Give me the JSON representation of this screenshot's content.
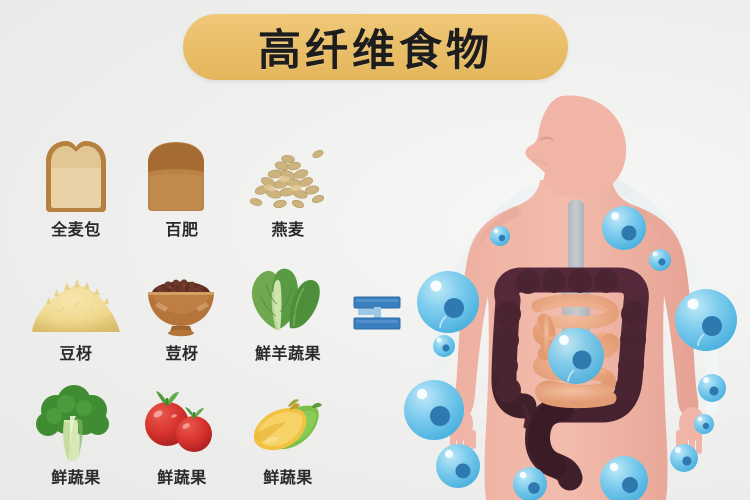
{
  "header": {
    "title": "高纤维食物",
    "pill_color": "#eabf69",
    "title_color": "#1d1d1d"
  },
  "background_color": "#f1f1ef",
  "food_grid": {
    "columns": 3,
    "rows": 3,
    "items": [
      {
        "label": "全麦包",
        "icon": "bread-slice-icon",
        "colors": {
          "crust": "#b07a3a",
          "crumb": "#e8cfa0"
        }
      },
      {
        "label": "百肥",
        "icon": "dark-bread-icon",
        "colors": {
          "crust": "#8c5a28",
          "crumb": "#c08646"
        }
      },
      {
        "label": "燕麦",
        "icon": "oat-flakes-icon",
        "colors": {
          "flake": "#cdb37e",
          "flake_dark": "#b69a63"
        }
      },
      {
        "label": "豆枒",
        "icon": "millet-pile-icon",
        "colors": {
          "grain": "#f0d98f",
          "grain_dark": "#d9bd6b"
        }
      },
      {
        "label": "荳枒",
        "icon": "bean-bowl-icon",
        "colors": {
          "bowl": "#b5743a",
          "bowl_dark": "#8e5526",
          "beans": "#5c2e22"
        }
      },
      {
        "label": "鮮羊蔬果",
        "icon": "bok-choy-icon",
        "colors": {
          "leaf": "#5a9a44",
          "stem": "#c9e0a8"
        }
      },
      {
        "label": "鲜蔬果",
        "icon": "broccoli-icon",
        "colors": {
          "crown": "#3f8c33",
          "stalk": "#d7e8b4"
        }
      },
      {
        "label": "鲜蔬果",
        "icon": "tomato-pair-icon",
        "colors": {
          "fruit": "#d8342f",
          "stem": "#4f9a3c"
        }
      },
      {
        "label": "鲜蔬果",
        "icon": "banana-squash-icon",
        "colors": {
          "banana": "#f2c343",
          "squash": "#7cc04a"
        }
      }
    ]
  },
  "connector": {
    "icon": "equals-link-icon",
    "color": "#3a7fbe",
    "color_dark": "#2f6ca4",
    "color_light": "#9dc8e6"
  },
  "body_diagram": {
    "figure_name": "human-torso-figure",
    "skin_color": "#f0b5a6",
    "skin_shadow": "#e5a294",
    "colon": {
      "name": "large-intestine",
      "color": "#4a2430"
    },
    "small_intestine": {
      "name": "small-intestine",
      "color": "#eaa782"
    },
    "esophagus": {
      "name": "esophagus-tract",
      "color": "#b9c4cc"
    },
    "fiber_spheres": {
      "name": "fiber-molecule-sphere",
      "color": "#6ec6ea",
      "core_color": "#2e79b0",
      "highlight_color": "#ffffff",
      "count": 15
    }
  }
}
